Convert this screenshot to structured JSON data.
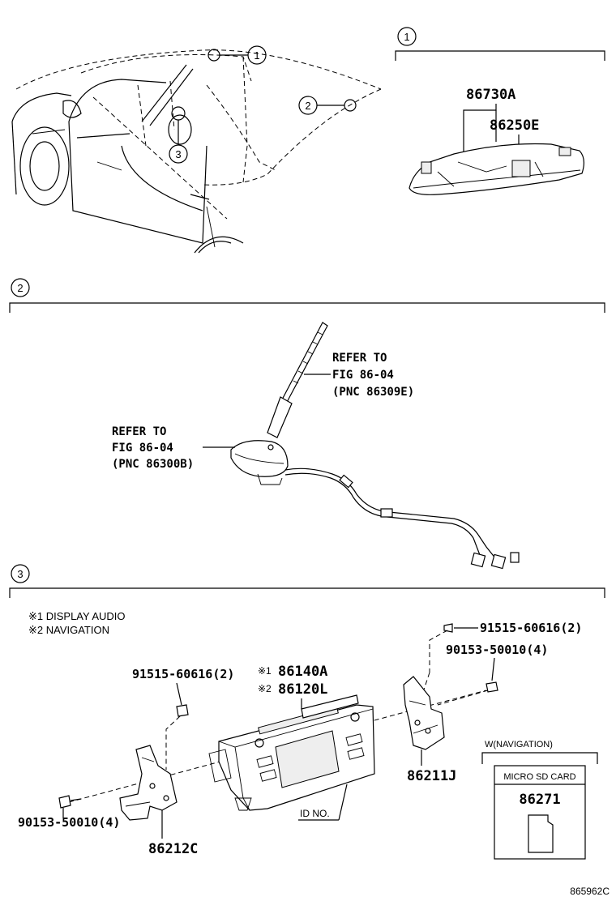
{
  "callouts": {
    "one": "1",
    "two": "2",
    "three": "3"
  },
  "section1": {
    "marker": "1",
    "part_a": "86730A",
    "part_b": "86250E"
  },
  "section2": {
    "marker": "2",
    "ref_upper": [
      "REFER TO",
      "FIG 86-04",
      "(PNC 86309E)"
    ],
    "ref_lower": [
      "REFER TO",
      "FIG 86-04",
      "(PNC 86300B)"
    ]
  },
  "section3": {
    "marker": "3",
    "notes": [
      "※1 DISPLAY AUDIO",
      "※2 NAVIGATION"
    ],
    "screw_top_right": "91515-60616(2)",
    "bolt_right": "90153-50010(4)",
    "screw_left": "91515-60616(2)",
    "part_display_prefix": "※1",
    "part_display": "86140A",
    "part_nav_prefix": "※2",
    "part_nav": "86120L",
    "bracket_right": "86211J",
    "bolt_left": "90153-50010(4)",
    "bracket_left": "86212C",
    "id_label": "ID NO.",
    "nav_box_title": "W(NAVIGATION)",
    "sd_label": "MICRO SD CARD",
    "sd_part": "86271"
  },
  "figure_id": "865962C"
}
